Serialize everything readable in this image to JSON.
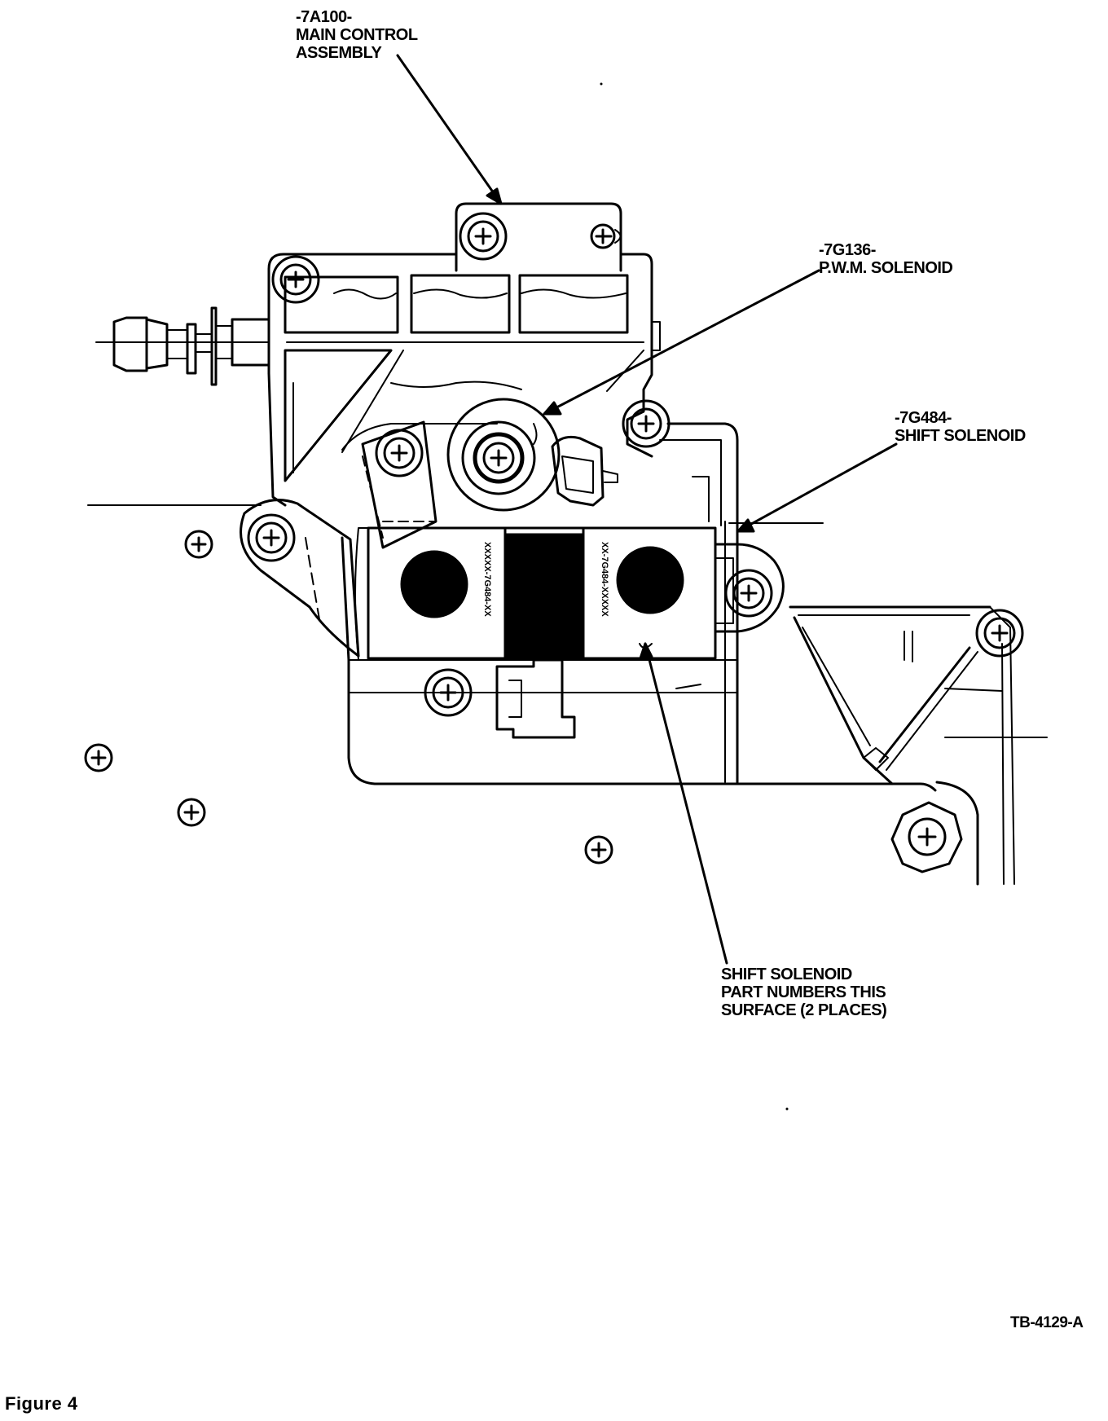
{
  "callouts": {
    "main_control": {
      "part": "-7A100-",
      "line1": "MAIN CONTROL",
      "line2": "ASSEMBLY"
    },
    "pwm_solenoid": {
      "part": "-7G136-",
      "line1": "P.W.M. SOLENOID"
    },
    "shift_solenoid": {
      "part": "-7G484-",
      "line1": "SHIFT SOLENOID"
    },
    "part_numbers_note": {
      "line1": "SHIFT SOLENOID",
      "line2": "PART NUMBERS THIS",
      "line3": "SURFACE (2 PLACES)"
    }
  },
  "solenoid_markings": {
    "left": "XXXXX-7G484-XX",
    "right": "XX-7G484-XXXXX"
  },
  "reference_code": "TB-4129-A",
  "figure_caption": "Figure 4"
}
